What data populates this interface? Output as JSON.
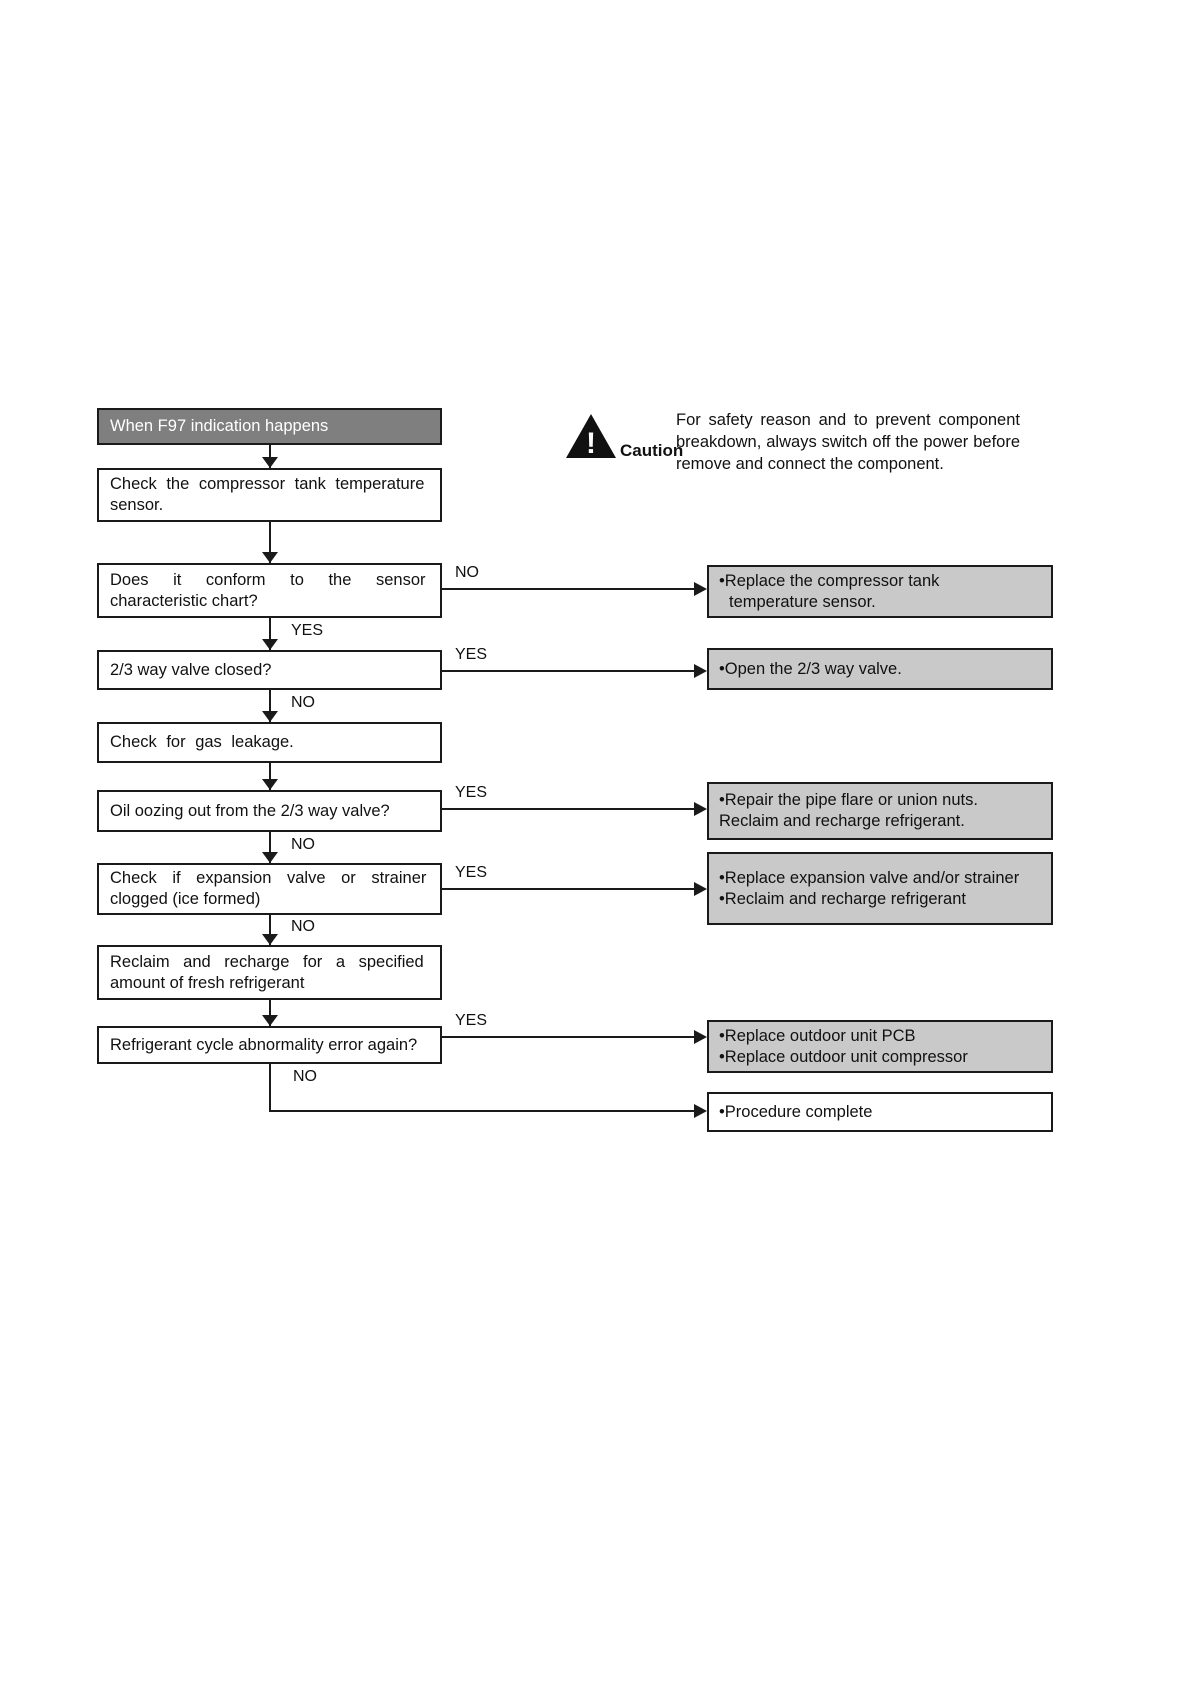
{
  "colors": {
    "page_bg": "#ffffff",
    "box_border": "#1a1a1a",
    "start_box_bg": "#7f7f7f",
    "start_box_text": "#ffffff",
    "action_box_bg": "#c9c9c9",
    "connector": "#1a1a1a"
  },
  "caution": {
    "icon_glyph": "!",
    "label": "Caution",
    "text": "For safety reason and to prevent component breakdown, always switch off the power before remove and connect the component."
  },
  "flow": {
    "start": {
      "label": "When F97 indication happens"
    },
    "steps": [
      {
        "lines": [
          "Check the compressor tank temperature",
          "sensor."
        ]
      },
      {
        "lines": [
          "Does it conform to the sensor",
          "characteristic chart?"
        ]
      },
      {
        "lines": [
          "2/3 way valve closed?"
        ]
      },
      {
        "lines": [
          "Check for gas leakage."
        ]
      },
      {
        "lines": [
          "Oil oozing out from the 2/3 way valve?"
        ]
      },
      {
        "lines": [
          "Check if expansion valve or strainer",
          "clogged (ice formed)"
        ]
      },
      {
        "lines": [
          "Reclaim and recharge for a specified",
          "amount of fresh refrigerant"
        ]
      },
      {
        "lines": [
          "Refrigerant cycle abnormality error again?"
        ]
      }
    ],
    "actions": [
      {
        "lines": [
          "•Replace the compressor tank",
          "temperature sensor."
        ]
      },
      {
        "lines": [
          "•Open the 2/3 way valve."
        ]
      },
      {
        "lines": [
          "•Repair the pipe flare or union nuts.",
          "Reclaim and recharge refrigerant."
        ]
      },
      {
        "lines": [
          "•Replace expansion valve and/or strainer",
          "•Reclaim and recharge refrigerant"
        ]
      },
      {
        "lines": [
          "•Replace outdoor unit PCB",
          "•Replace outdoor unit compressor"
        ]
      },
      {
        "lines": [
          "•Procedure complete"
        ]
      }
    ],
    "branch_labels": {
      "yes": "YES",
      "no": "NO"
    }
  }
}
